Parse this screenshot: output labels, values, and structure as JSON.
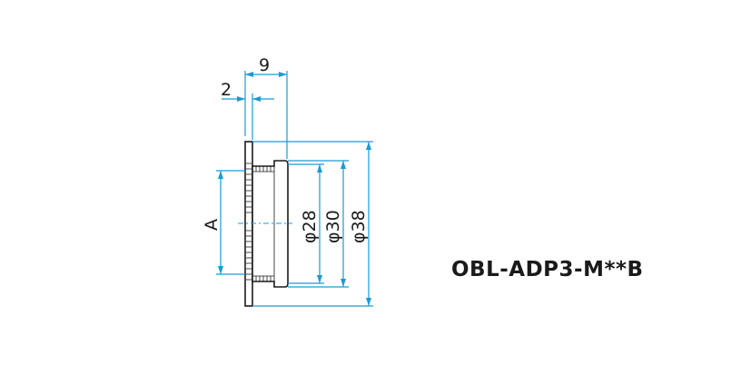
{
  "diagram": {
    "dimensions": {
      "overall_length": "9",
      "flange_thickness": "2",
      "bore_label": "A",
      "diameter_28": "φ28",
      "diameter_30": "φ30",
      "diameter_38": "φ38"
    },
    "model_number": "OBL-ADP3-M**B",
    "colors": {
      "dimension": "#1a9ad6",
      "outline": "#1a1a1a"
    }
  }
}
